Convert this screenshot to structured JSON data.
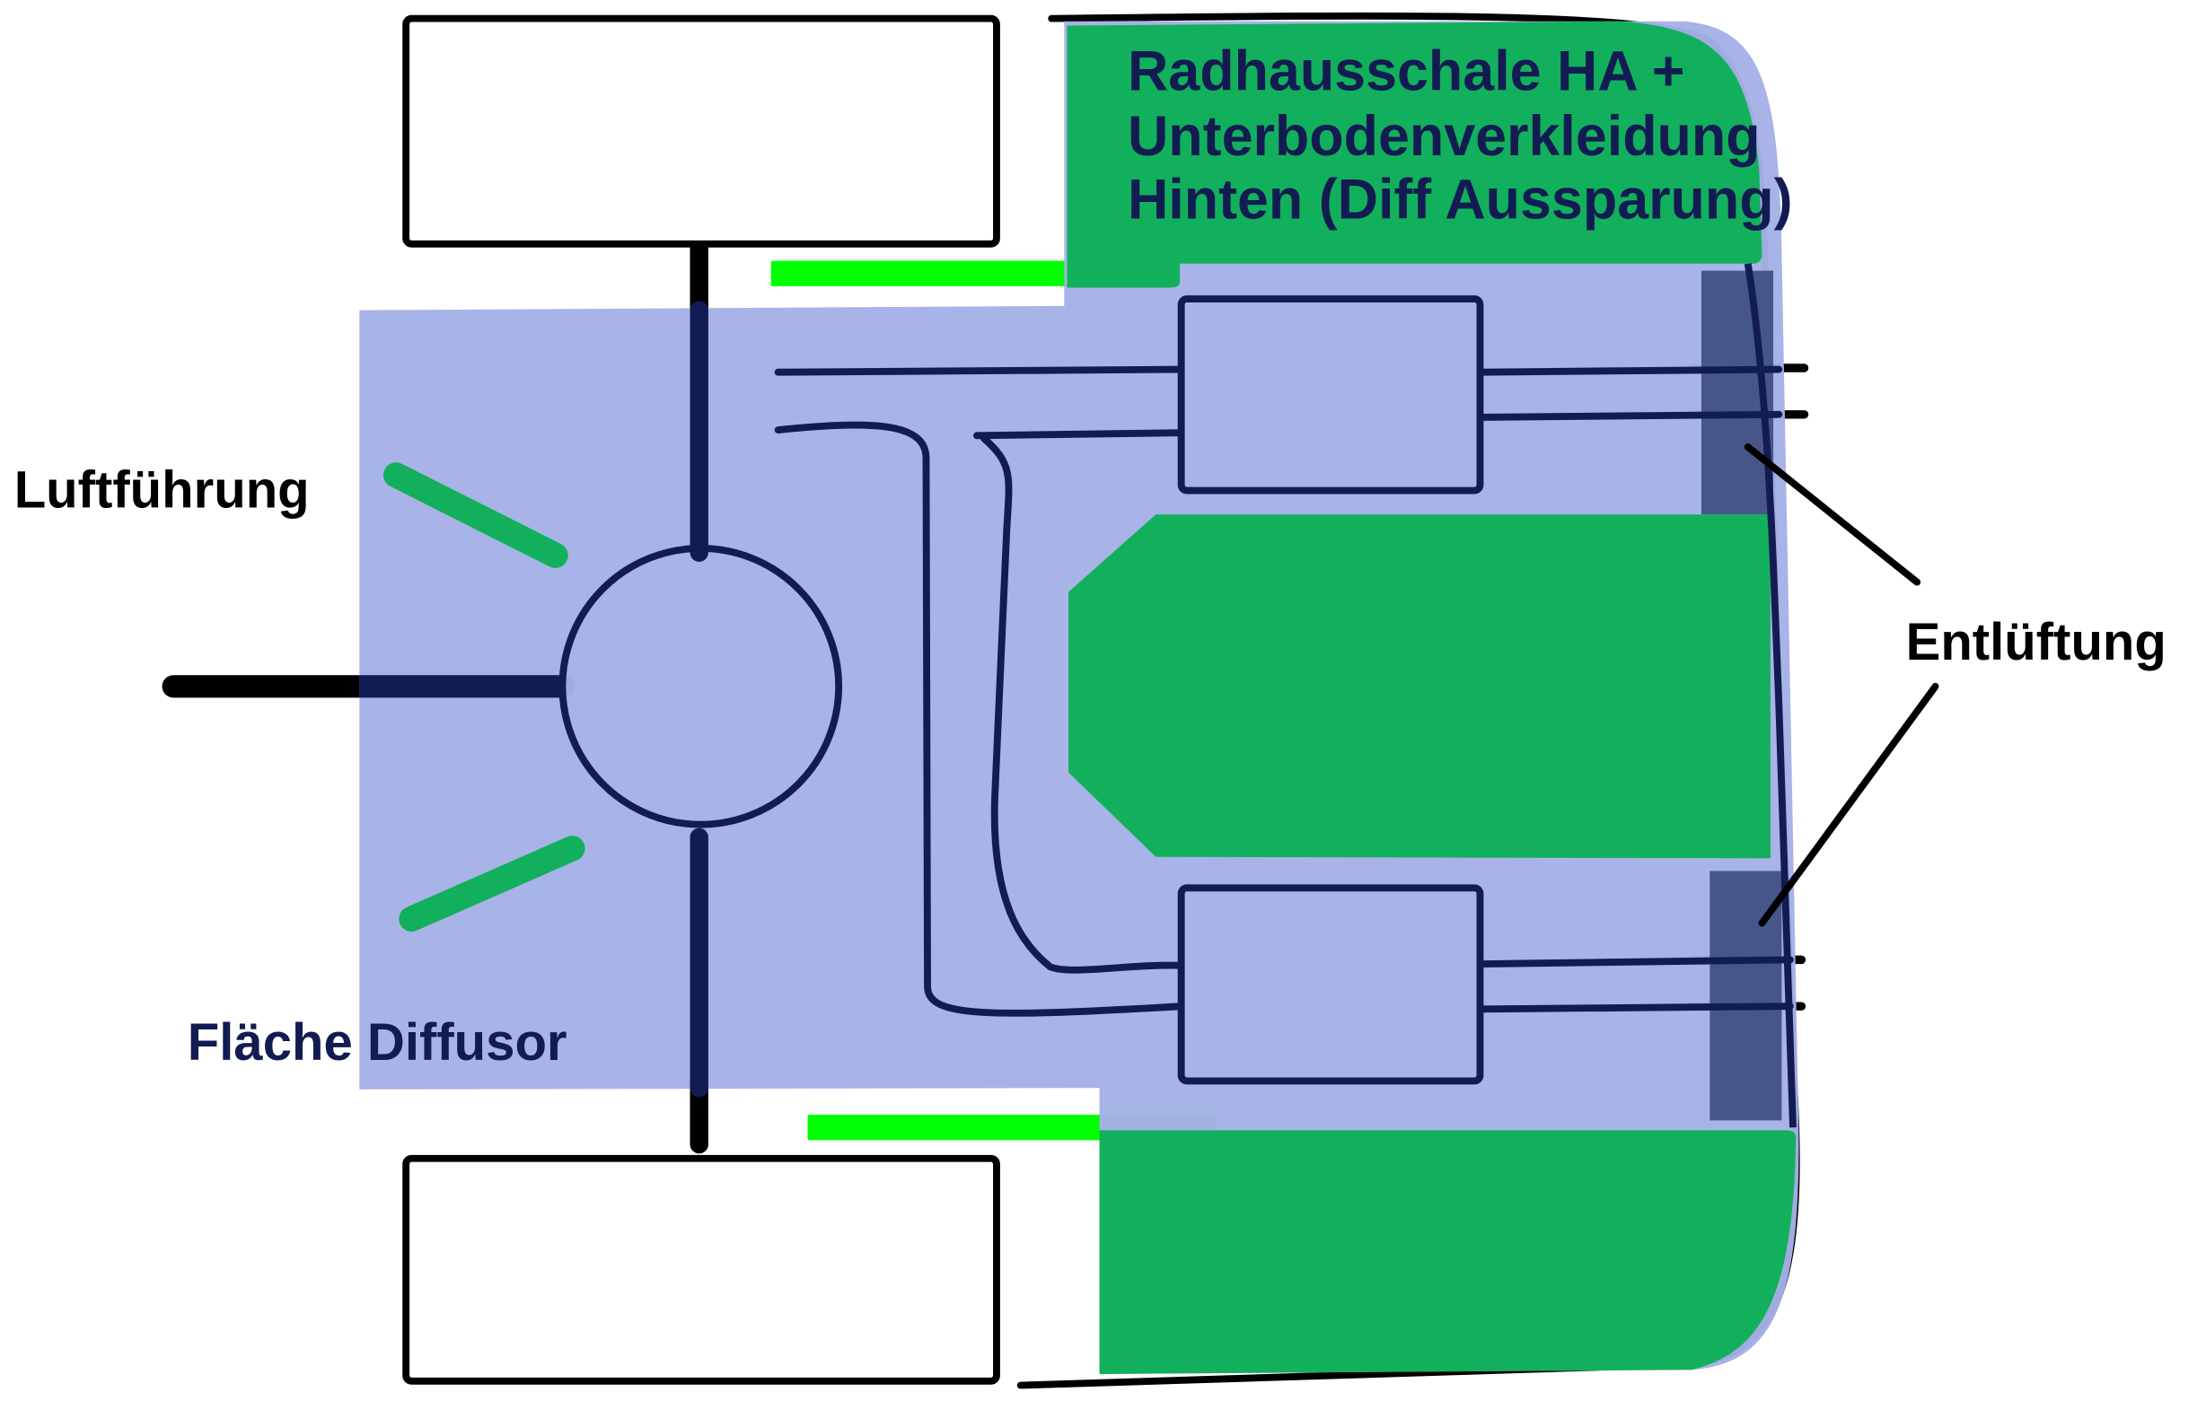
{
  "labels": {
    "title_line1": "Radhausschale HA +",
    "title_line2": "Unterbodenverkleidung",
    "title_line3": "Hinten (Diff Aussparung)",
    "air_guide": "Luftführung",
    "diffuser_area": "Fläche Diffusor",
    "ventilation": "Entlüftung"
  },
  "colors": {
    "diffuser_blue": "#a5b1e6",
    "panel_green": "#12b05c",
    "bright_green": "#00ff00",
    "navy": "#121c52",
    "vent_dark": "#475689"
  }
}
